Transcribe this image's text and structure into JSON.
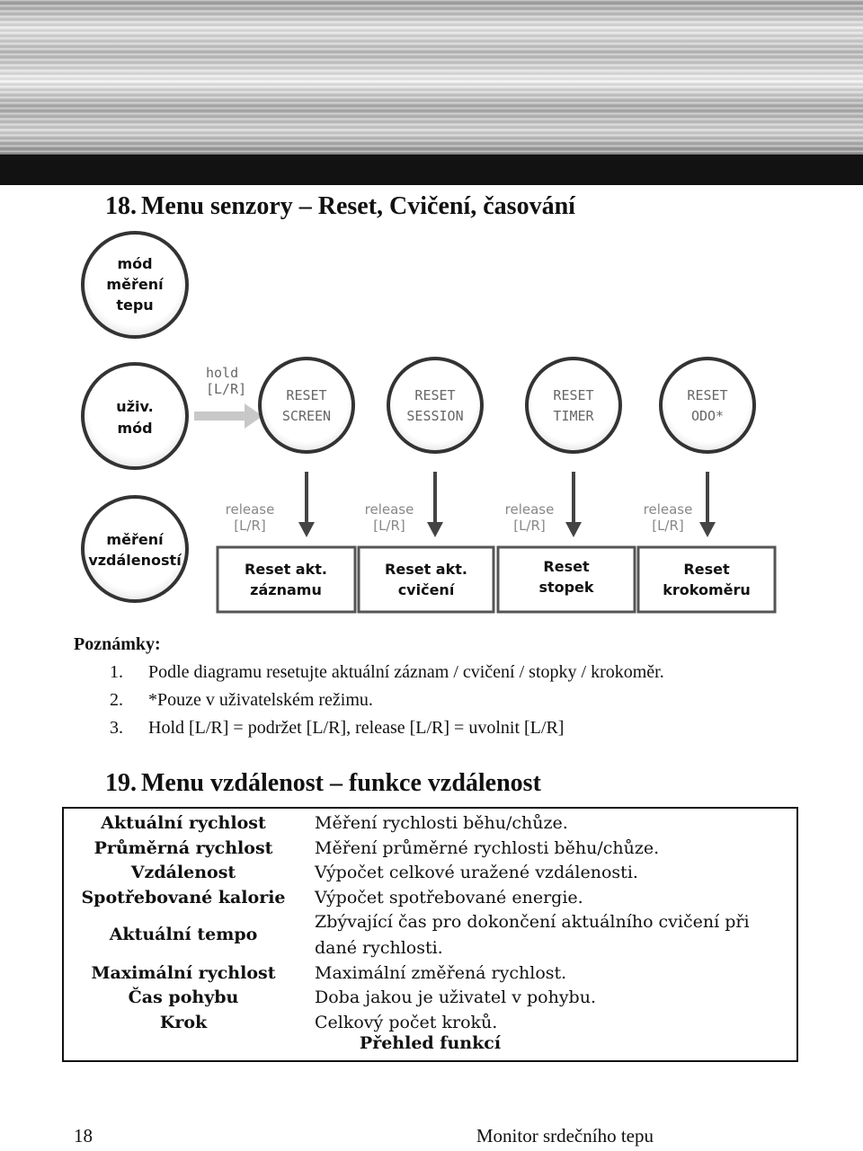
{
  "section18": {
    "number": "18.",
    "title": "Menu senzory – Reset, Cvičení, časování"
  },
  "diagram": {
    "mode_circles": [
      {
        "lines": [
          "mód",
          "měření",
          "tepu"
        ]
      },
      {
        "lines": [
          "uživ.",
          "mód"
        ]
      },
      {
        "lines": [
          "měření",
          "vzdáleností"
        ]
      }
    ],
    "hold_label": [
      "hold",
      "[L/R]"
    ],
    "reset_circles": [
      {
        "lines": [
          "RESET",
          "SCREEN"
        ]
      },
      {
        "lines": [
          "RESET",
          "SESSION"
        ]
      },
      {
        "lines": [
          "RESET",
          "TIMER"
        ]
      },
      {
        "lines": [
          "RESET",
          "ODO*"
        ]
      }
    ],
    "release_label": [
      "release",
      "[L/R]"
    ],
    "result_boxes": [
      {
        "lines": [
          "Reset akt.",
          "záznamu"
        ]
      },
      {
        "lines": [
          "Reset akt.",
          "cvičení"
        ]
      },
      {
        "lines": [
          "Reset",
          "stopek"
        ]
      },
      {
        "lines": [
          "Reset",
          "krokoměru"
        ]
      }
    ]
  },
  "notes": {
    "title": "Poznámky:",
    "items": [
      {
        "n": "1.",
        "text": "Podle diagramu resetujte aktuální záznam / cvičení / stopky / krokoměr."
      },
      {
        "n": "2.",
        "text": "*Pouze v uživatelském režimu."
      },
      {
        "n": "3.",
        "text": "Hold [L/R] = podržet [L/R], release [L/R] = uvolnit [L/R]"
      }
    ]
  },
  "section19": {
    "number": "19.",
    "title": "Menu vzdálenost – funkce vzdálenost"
  },
  "functions_table": {
    "rows": [
      {
        "term": "Aktuální rychlost",
        "desc": "Měření rychlosti běhu/chůze."
      },
      {
        "term": "Průměrná rychlost",
        "desc": "Měření průměrné rychlosti běhu/chůze."
      },
      {
        "term": "Vzdálenost",
        "desc": "Výpočet celkové uražené vzdálenosti."
      },
      {
        "term": "Spotřebované kalorie",
        "desc": "Výpočet spotřebované energie."
      },
      {
        "term": "Aktuální tempo",
        "desc": "Zbývající čas pro dokončení aktuálního cvičení při",
        "desc2": "dané rychlosti."
      },
      {
        "term": "Maximální rychlost",
        "desc": "Maximální změřená rychlost."
      },
      {
        "term": "Čas pohybu",
        "desc": "Doba jakou je uživatel v pohybu."
      },
      {
        "term": "Krok",
        "desc": "Celkový počet kroků."
      }
    ],
    "caption": "Přehled funkcí"
  },
  "footer": {
    "page": "18",
    "title": "Monitor srdečního tepu"
  }
}
